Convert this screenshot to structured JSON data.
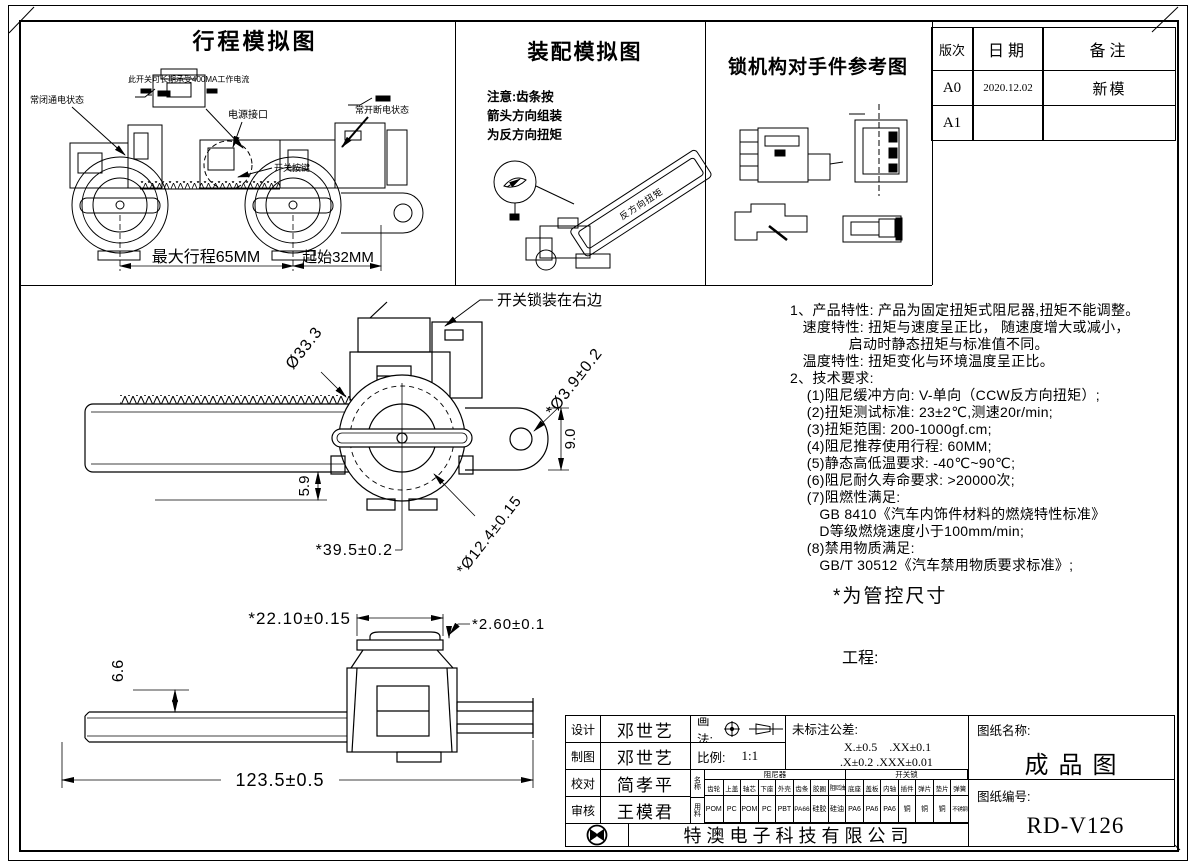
{
  "stroke_panel": {
    "title": "行程模拟图",
    "note": "此开关可长期承受400MA工作电流",
    "label_nc": "常闭通电状态",
    "label_power": "电源接口",
    "label_button": "开关按键",
    "label_no": "常开断电状态",
    "dim_max_stroke": "最大行程65MM",
    "dim_start": "起始32MM"
  },
  "assembly_panel": {
    "title": "装配模拟图",
    "note1": "注意:齿条按",
    "note2": "箭头方向组装",
    "note3": "为反方向扭矩",
    "rack_text": "反方向扭矩"
  },
  "lock_panel": {
    "title": "锁机构对手件参考图"
  },
  "revision": {
    "col_version": "版次",
    "col_date": "日期",
    "col_remark": "备注",
    "rows": [
      {
        "version": "A0",
        "date": "2020.12.02",
        "remark": "新模"
      },
      {
        "version": "A1",
        "date": "",
        "remark": ""
      }
    ]
  },
  "notes": {
    "lines": [
      "1、产品特性: 产品为固定扭矩式阻尼器,扭矩不能调整。",
      "   速度特性: 扭矩与速度呈正比， 随速度增大或减小，",
      "              启动时静态扭矩与标准值不同。",
      "   温度特性: 扭矩变化与环境温度呈正比。",
      "2、技术要求:",
      "    (1)阻尼缓冲方向: V-单向（CCW反方向扭矩）;",
      "    (2)扭矩测试标准: 23±2℃,测速20r/min;",
      "    (3)扭矩范围: 200-1000gf.cm;",
      "    (4)阻尼推荐使用行程: 60MM;",
      "    (5)静态高低温要求: -40℃~90℃;",
      "    (6)阻尼耐久寿命要求: >20000次;",
      "    (7)阻燃性满足:",
      "       GB 8410《汽车内饰件材料的燃烧特性标准》",
      "       D等级燃烧速度小于100mm/min;",
      "    (8)禁用物质满足:",
      "       GB/T 30512《汽车禁用物质要求标准》;"
    ]
  },
  "annotations": {
    "controlled_dim_note": "*为管控尺寸",
    "engineering_label": "工程:"
  },
  "main_view": {
    "label_lock_side": "开关锁装在右边",
    "dim_d333": "Ø33.3",
    "dim_d39": "*Ø3.9±0.2",
    "dim_59": "5.9",
    "dim_90": "9.0",
    "dim_395": "*39.5±0.2",
    "dim_d124": "*Ø12.4±0.15"
  },
  "bottom_view": {
    "dim_2210": "*22.10±0.15",
    "dim_260": "*2.60±0.1",
    "dim_66": "6.6",
    "dim_1235": "123.5±0.5"
  },
  "title_block": {
    "design_label": "设计",
    "design_name": "邓世艺",
    "draft_label": "制图",
    "draft_name": "邓世艺",
    "check_label": "校对",
    "check_name": "简孝平",
    "audit_label": "审核",
    "audit_name": "王模君",
    "method_label": "画法:",
    "scale_label": "比例:",
    "scale_value": "1:1",
    "tol_title": "未标注公差:",
    "tol_line1": "X.±0.5    .XX±0.1",
    "tol_line2": ".X±0.2 .XXX±0.01",
    "name_row_label": "名称",
    "material_row_label": "用料",
    "group_damper": "阻尼器",
    "group_lock": "开关锁",
    "columns": [
      {
        "part": "齿轮",
        "mat": "POM"
      },
      {
        "part": "上盖",
        "mat": "PC"
      },
      {
        "part": "轴芯",
        "mat": "POM"
      },
      {
        "part": "下座",
        "mat": "PC"
      },
      {
        "part": "外壳",
        "mat": "PBT"
      },
      {
        "part": "齿条",
        "mat": "PA66"
      },
      {
        "part": "胶圈",
        "mat": "硅胶"
      },
      {
        "part": "阻尼油",
        "mat": "硅油"
      },
      {
        "part": "底座",
        "mat": "PA6"
      },
      {
        "part": "盖板",
        "mat": "PA6"
      },
      {
        "part": "内轴",
        "mat": "PA6"
      },
      {
        "part": "插件",
        "mat": "铜"
      },
      {
        "part": "弹片",
        "mat": "铜"
      },
      {
        "part": "垫片",
        "mat": "铜"
      },
      {
        "part": "弹簧",
        "mat": "不锈钢"
      }
    ],
    "sheet_name_label": "图纸名称:",
    "sheet_name": "成品图",
    "sheet_no_label": "图纸编号:",
    "sheet_no": "RD-V126",
    "company": "特澳电子科技有限公司"
  }
}
